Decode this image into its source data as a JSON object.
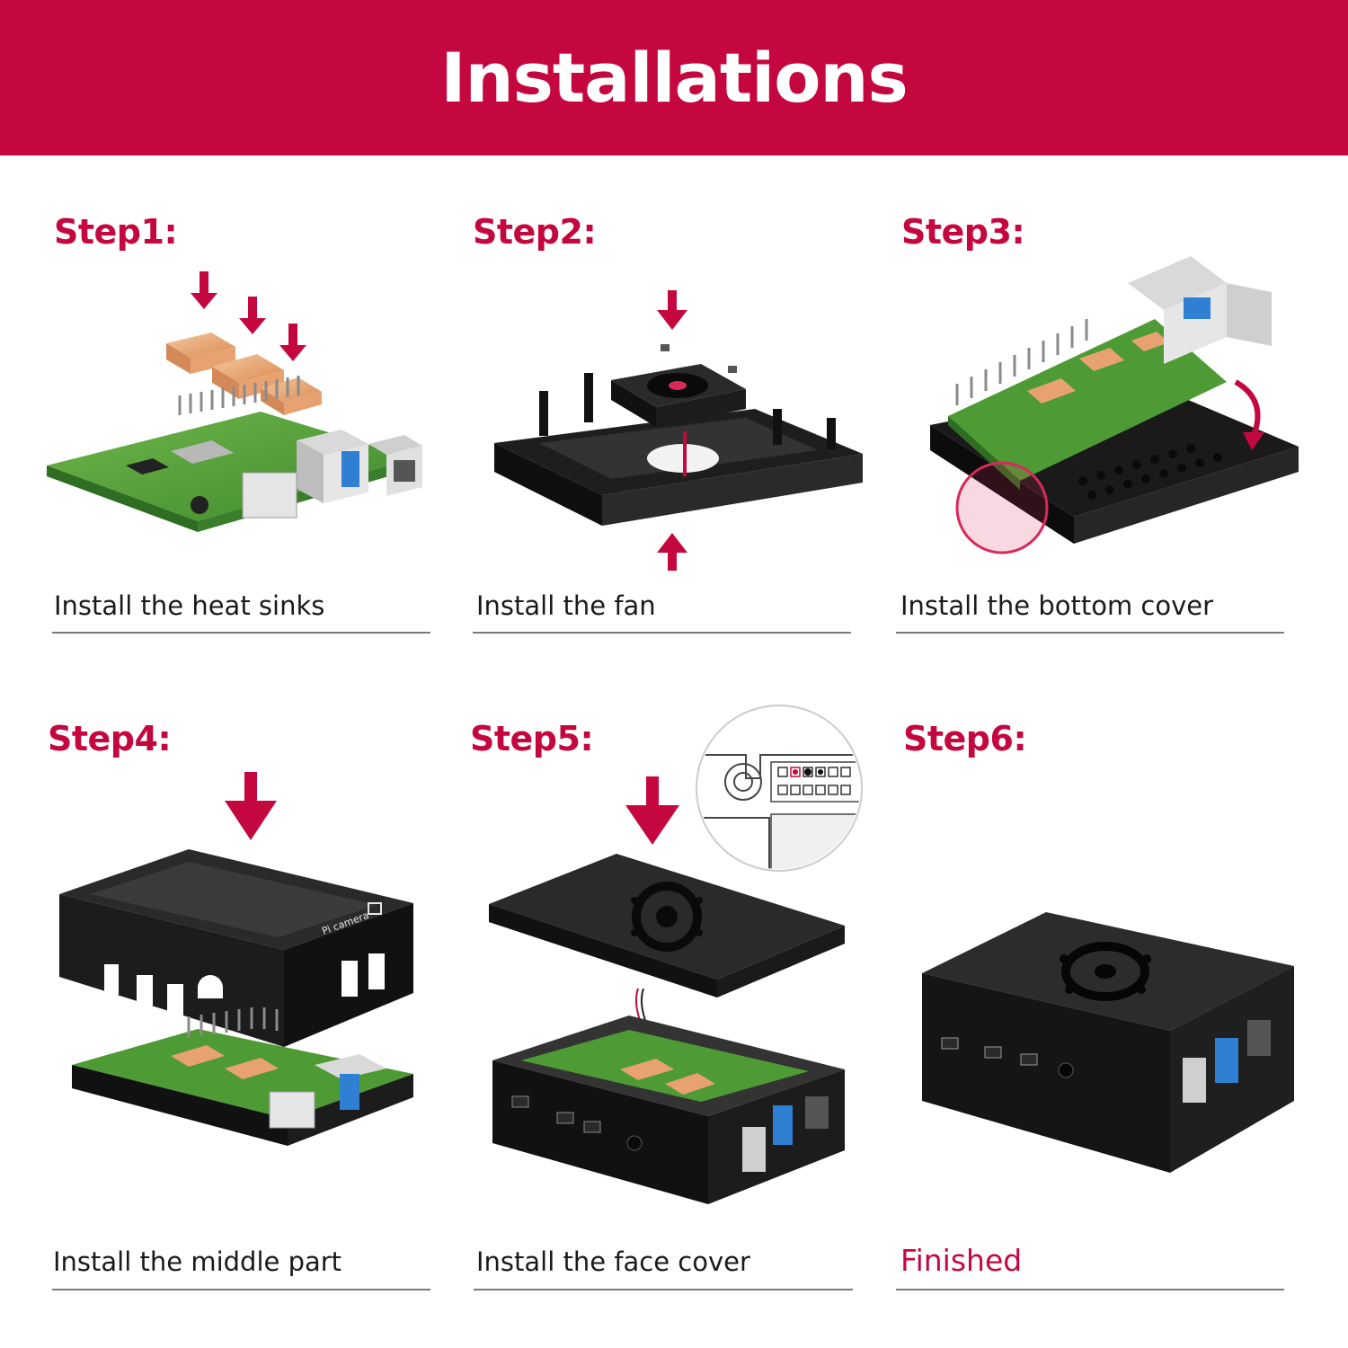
{
  "header": {
    "title": "Installations",
    "background_color": "#c4083f"
  },
  "accent_color": "#c4083f",
  "steps": [
    {
      "title": "Step1:",
      "caption": "Install the heat sinks",
      "illustration": "raspberry-pi-heat-sinks"
    },
    {
      "title": "Step2:",
      "caption": "Install the fan",
      "illustration": "case-bottom-with-fan"
    },
    {
      "title": "Step3:",
      "caption": "Install the bottom cover",
      "illustration": "board-into-bottom-cover"
    },
    {
      "title": "Step4:",
      "caption": "Install the middle part",
      "illustration": "case-middle-frame"
    },
    {
      "title": "Step5:",
      "caption": "Install the face cover",
      "illustration": "case-top-cover-with-fan"
    },
    {
      "title": "Step6:",
      "caption": "Finished",
      "illustration": "assembled-case"
    }
  ],
  "labels": {
    "pi_camera": "Pi camera"
  }
}
